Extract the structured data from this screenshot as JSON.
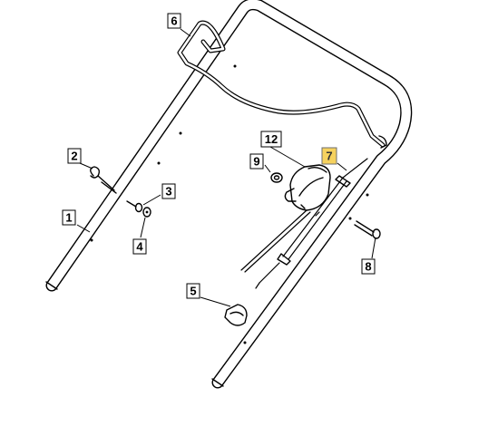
{
  "diagram": {
    "highlight_color": "#f6d25e",
    "callouts": [
      {
        "label": "1",
        "part": "lower-handle-left",
        "highlighted": false
      },
      {
        "label": "2",
        "part": "hitch-pin",
        "highlighted": false
      },
      {
        "label": "3",
        "part": "washer",
        "highlighted": false
      },
      {
        "label": "4",
        "part": "nut",
        "highlighted": false
      },
      {
        "label": "5",
        "part": "cable-clip",
        "highlighted": false
      },
      {
        "label": "6",
        "part": "bail-lever",
        "highlighted": false
      },
      {
        "label": "7",
        "part": "control-cable",
        "highlighted": true
      },
      {
        "label": "8",
        "part": "bolt",
        "highlighted": false
      },
      {
        "label": "9",
        "part": "knob-nut",
        "highlighted": false
      },
      {
        "label": "12",
        "part": "throttle-control",
        "highlighted": false
      }
    ]
  }
}
